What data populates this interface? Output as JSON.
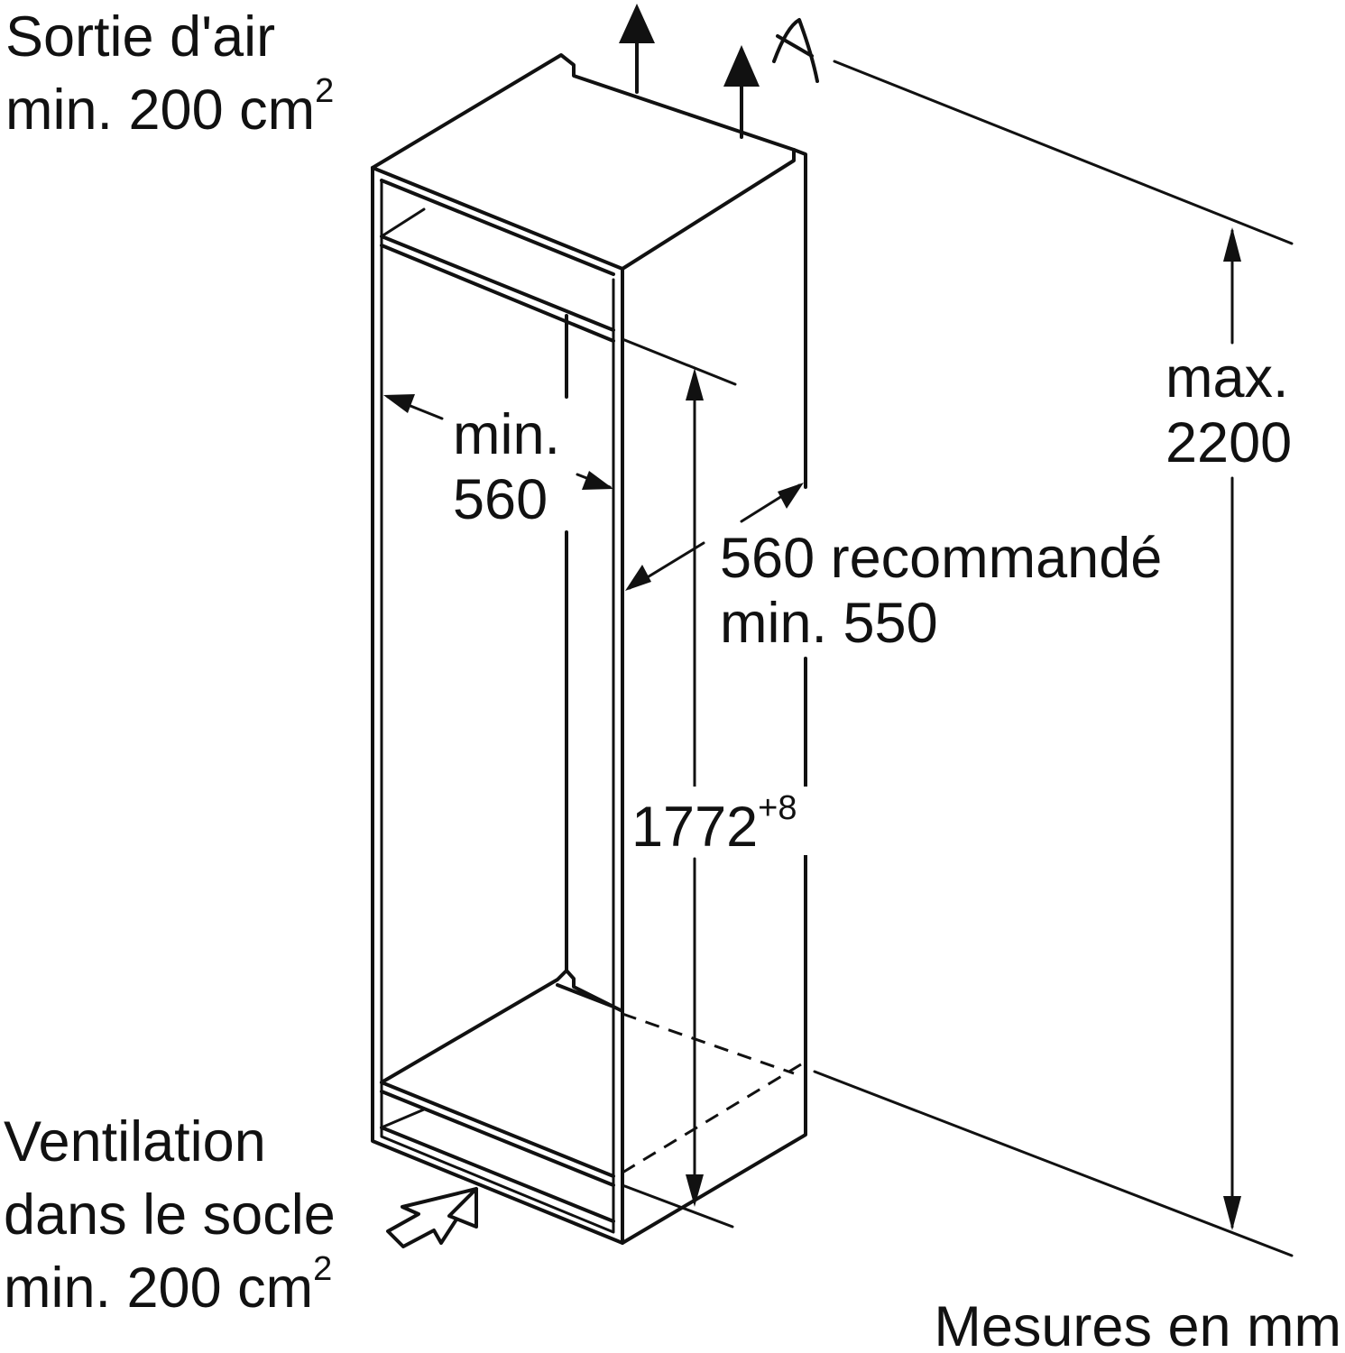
{
  "labels": {
    "air_outlet": {
      "line1": "Sortie d'air",
      "line2": "min. 200 cm",
      "sup": "2"
    },
    "plinth_ventilation": {
      "line1": "Ventilation",
      "line2": "dans le socle",
      "line3": "min. 200 cm",
      "sup": "2"
    },
    "niche_width": {
      "line1": "min.",
      "line2": "560"
    },
    "niche_depth": {
      "line1": "560 recommandé",
      "line2": "min. 550"
    },
    "niche_height": {
      "value": "1772",
      "tolerance": "+8"
    },
    "max_height": {
      "line1": "max.",
      "line2": "2200"
    },
    "units_note": "Mesures en mm"
  },
  "icons": {
    "airflow_up": "arrow-up-icon",
    "airflow_in": "hollow-arrow-icon",
    "breakline": "break-symbol-icon"
  },
  "colors": {
    "line": "#111111",
    "background": "#ffffff"
  }
}
